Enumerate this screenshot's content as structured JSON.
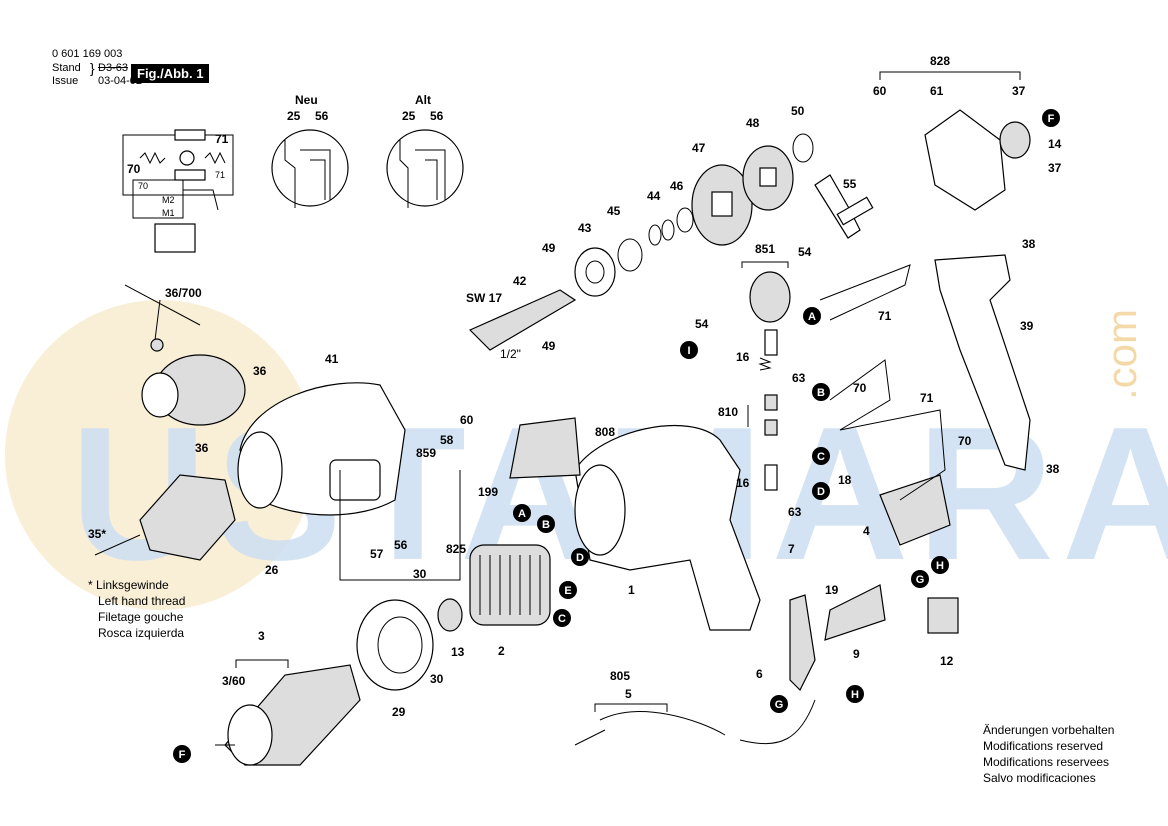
{
  "header": {
    "part_number": "0 601 169 003",
    "stand_label": "Stand",
    "issue_label": "Issue",
    "stand_value": "D3-63",
    "issue_value": "03-04-02",
    "figure_label": "Fig./Abb. 1"
  },
  "inset": {
    "neu": "Neu",
    "alt": "Alt"
  },
  "legend": {
    "marker": "*",
    "lines": [
      "Linksgewinde",
      "Left hand thread",
      "Filetage gouche",
      "Rosca izquierda"
    ]
  },
  "notes": [
    "Änderungen vorbehalten",
    "Modifications reserved",
    "Modifications reservees",
    "Salvo modificaciones"
  ],
  "watermark": {
    "text": "USTAMARA",
    "suffix": ".com"
  },
  "colors": {
    "watermark_blue": "#cfe0f2",
    "watermark_orange": "#f7e8c8",
    "line": "#000000"
  },
  "callouts": [
    {
      "text": "828"
    },
    {
      "text": "60"
    },
    {
      "text": "61"
    },
    {
      "text": "37"
    },
    {
      "text": "14"
    },
    {
      "text": "37"
    },
    {
      "text": "50"
    },
    {
      "text": "48"
    },
    {
      "text": "47"
    },
    {
      "text": "46"
    },
    {
      "text": "44"
    },
    {
      "text": "45"
    },
    {
      "text": "43"
    },
    {
      "text": "49"
    },
    {
      "text": "42"
    },
    {
      "text": "SW 17"
    },
    {
      "text": "49"
    },
    {
      "text": "55"
    },
    {
      "text": "851"
    },
    {
      "text": "54"
    },
    {
      "text": "54"
    },
    {
      "text": "71"
    },
    {
      "text": "38"
    },
    {
      "text": "39"
    },
    {
      "text": "16"
    },
    {
      "text": "63"
    },
    {
      "text": "70"
    },
    {
      "text": "71"
    },
    {
      "text": "810"
    },
    {
      "text": "70"
    },
    {
      "text": "16"
    },
    {
      "text": "63"
    },
    {
      "text": "18"
    },
    {
      "text": "4"
    },
    {
      "text": "38"
    },
    {
      "text": "808"
    },
    {
      "text": "199"
    },
    {
      "text": "36/700"
    },
    {
      "text": "36"
    },
    {
      "text": "41"
    },
    {
      "text": "60"
    },
    {
      "text": "58"
    },
    {
      "text": "859"
    },
    {
      "text": "36"
    },
    {
      "text": "35*"
    },
    {
      "text": "57"
    },
    {
      "text": "56"
    },
    {
      "text": "26"
    },
    {
      "text": "825"
    },
    {
      "text": "1"
    },
    {
      "text": "7"
    },
    {
      "text": "19"
    },
    {
      "text": "9"
    },
    {
      "text": "12"
    },
    {
      "text": "30"
    },
    {
      "text": "2"
    },
    {
      "text": "13"
    },
    {
      "text": "30"
    },
    {
      "text": "29"
    },
    {
      "text": "3"
    },
    {
      "text": "3/60"
    },
    {
      "text": "805"
    },
    {
      "text": "5"
    },
    {
      "text": "6"
    },
    {
      "text": "25"
    },
    {
      "text": "56"
    },
    {
      "text": "25"
    },
    {
      "text": "56"
    },
    {
      "text": "71"
    },
    {
      "text": "70"
    },
    {
      "text": "M2"
    },
    {
      "text": "M1"
    },
    {
      "text": "70"
    },
    {
      "text": "71"
    }
  ],
  "markers": [
    {
      "letter": "F"
    },
    {
      "letter": "A"
    },
    {
      "letter": "I"
    },
    {
      "letter": "B"
    },
    {
      "letter": "C"
    },
    {
      "letter": "D"
    },
    {
      "letter": "A"
    },
    {
      "letter": "B"
    },
    {
      "letter": "D"
    },
    {
      "letter": "E"
    },
    {
      "letter": "C"
    },
    {
      "letter": "G"
    },
    {
      "letter": "H"
    },
    {
      "letter": "G"
    },
    {
      "letter": "H"
    },
    {
      "letter": "F"
    }
  ],
  "thread_label": "1/2\""
}
